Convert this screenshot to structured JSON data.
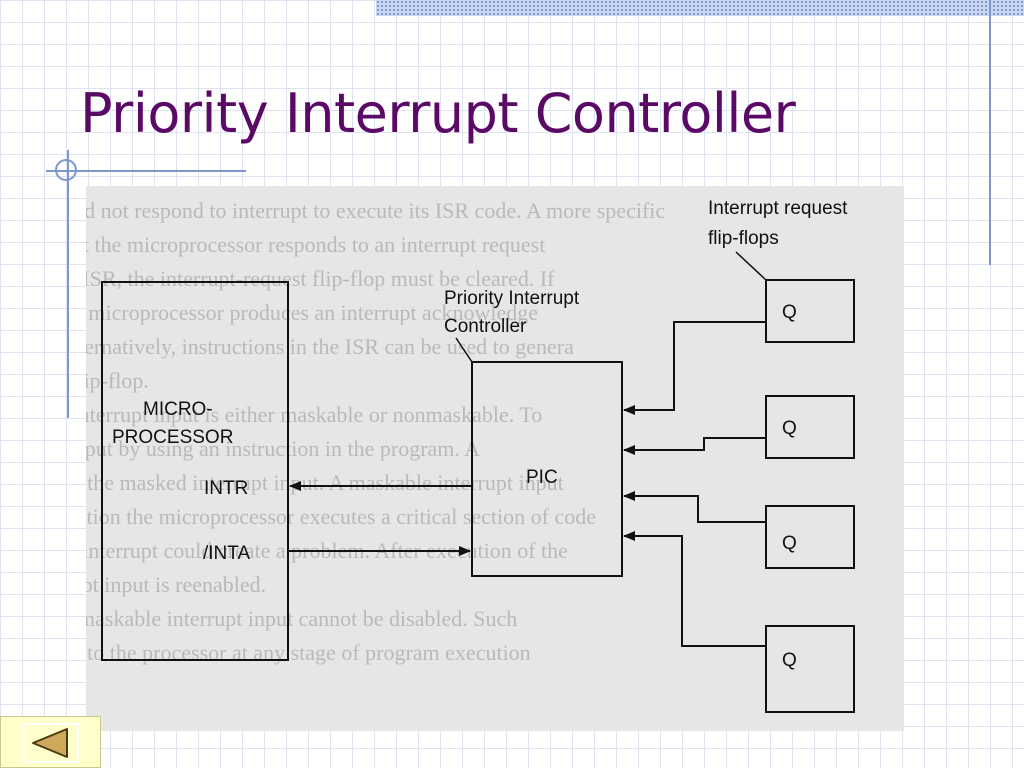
{
  "slide": {
    "title": "Priority Interrupt Controller"
  },
  "diagram": {
    "microprocessor_label_line1": "MICRO-",
    "microprocessor_label_line2": "PROCESSOR",
    "intr_label": "INTR",
    "inta_label": "/INTA",
    "pic_label": "PIC",
    "pic_caption_line1": "Priority Interrupt",
    "pic_caption_line2": "Controller",
    "flipflops_caption_line1": "Interrupt request",
    "flipflops_caption_line2": "flip-flops",
    "flip_flops": [
      {
        "label": "Q"
      },
      {
        "label": "Q"
      },
      {
        "label": "Q"
      },
      {
        "label": "Q"
      }
    ]
  },
  "background_text": [
    "ould not respond to interrupt to execute its ISR code. A more specific",
    "that the microprocessor responds to an interrupt request",
    "he ISR, the interrupt-request flip-flop must be cleared. If",
    "the microprocessor produces an interrupt acknowledge",
    "Alternatively, instructions in the ISR can be used to genera",
    "s flip-flop.",
    "n interrupt input is either maskable or nonmaskable. To",
    "t input by using an instruction in the program. A",
    "ect the masked interrupt input. A maskable interrupt input",
    "ecution the microprocessor executes a critical section of code",
    "an interrupt could create a problem. After execution of the",
    "rrupt input is reenabled.",
    "onmaskable interrupt input cannot be disabled. Such",
    "nts to the processor at any stage of program execution"
  ],
  "colors": {
    "title": "#5a0a66",
    "grid": "#dde3f0",
    "accent_line": "#7f97cf",
    "nav_button_bg": "#ffffcc",
    "nav_arrow": "#cfa85a"
  },
  "nav": {
    "back_icon": "back-arrow-icon"
  }
}
